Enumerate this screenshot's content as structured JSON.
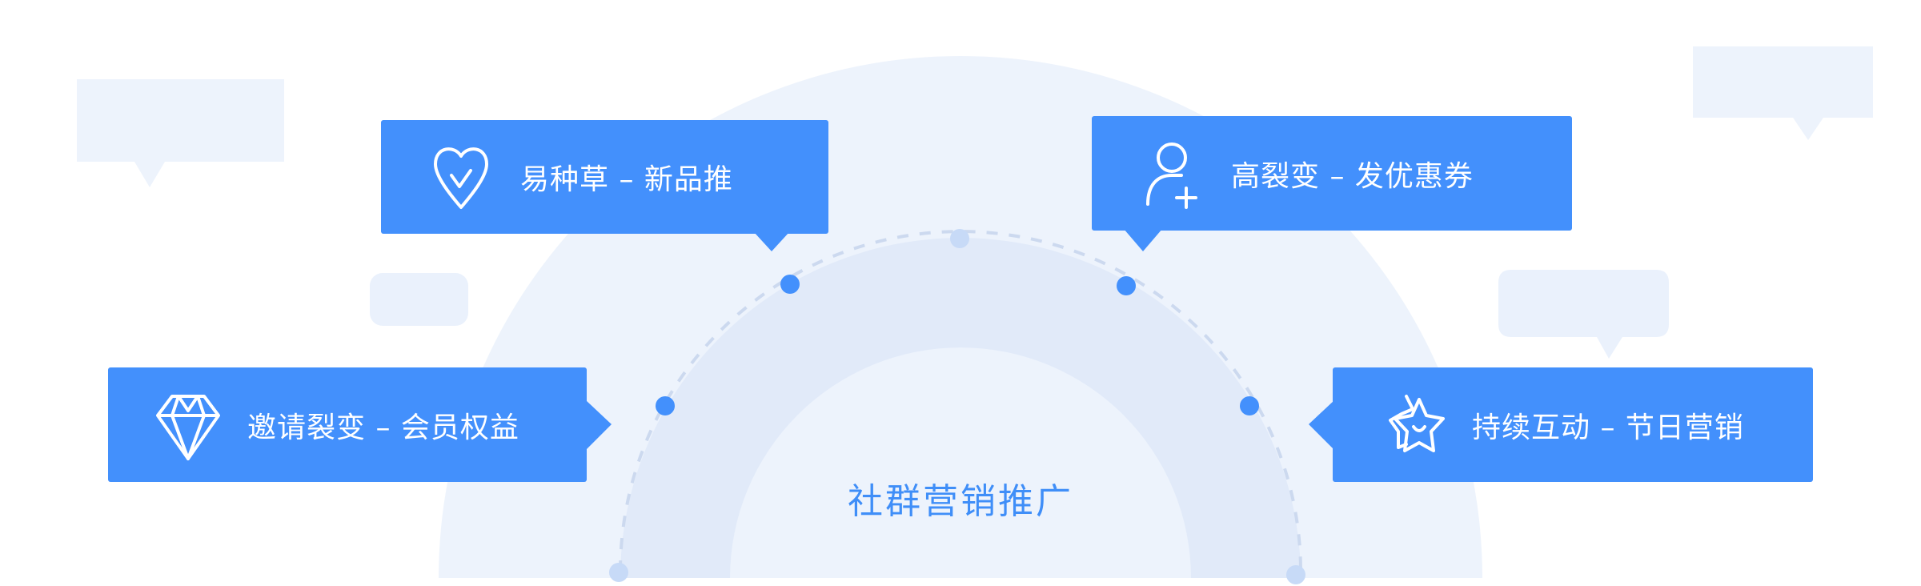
{
  "center_label": "社群营销推广",
  "cards": [
    {
      "icon": "heart-check-icon",
      "text": "易种草 – 新品推"
    },
    {
      "icon": "user-plus-icon",
      "text": "高裂变 – 发优惠券"
    },
    {
      "icon": "diamond-icon",
      "text": "邀请裂变 – 会员权益"
    },
    {
      "icon": "stars-icon",
      "text": "持续互动 – 节日营销"
    }
  ],
  "colors": {
    "card": "#4390FC",
    "arch": "#EDF3FC",
    "band": "#E1EAF9",
    "dot": "#4390FC",
    "dot_light": "#C7DAF7",
    "label": "#3F8EF8"
  }
}
